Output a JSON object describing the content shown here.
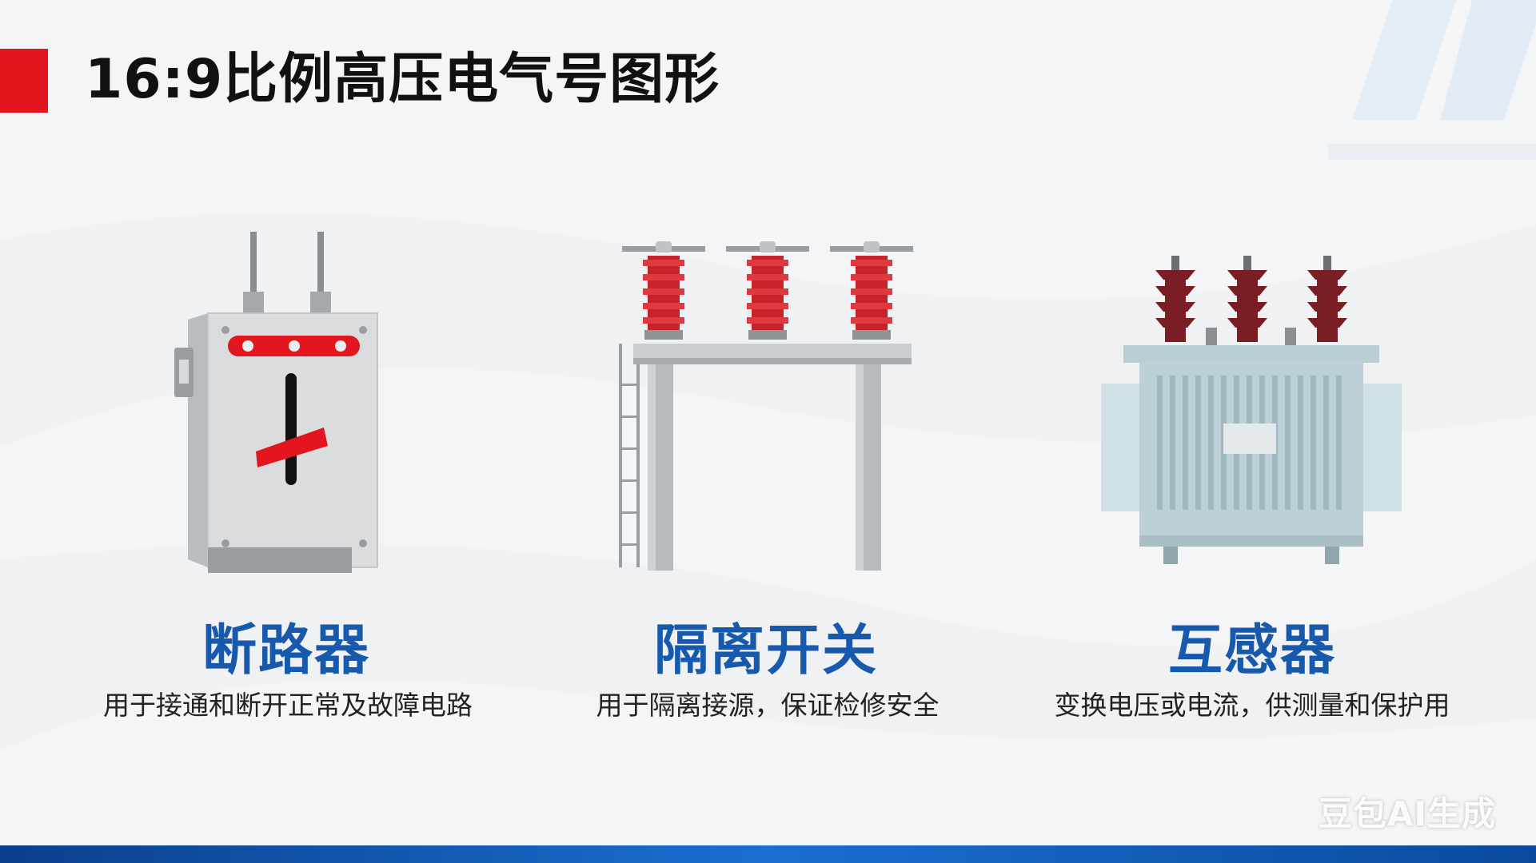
{
  "slide": {
    "title": "16:9比例高压电气号图形",
    "accent_color": "#e3161f",
    "heading_color": "#1659ad"
  },
  "devices": [
    {
      "name": "断路器",
      "description": "用于接通和断开正常及故障电路",
      "icon": "circuit-breaker-icon"
    },
    {
      "name": "隔离开关",
      "description": "用于隔离接源，保证检修安全",
      "icon": "disconnect-switch-icon"
    },
    {
      "name": "互感器",
      "description": "变换电压或电流，供测量和保护用",
      "icon": "transformer-icon"
    }
  ],
  "watermark": {
    "text": "豆包AI生成"
  }
}
